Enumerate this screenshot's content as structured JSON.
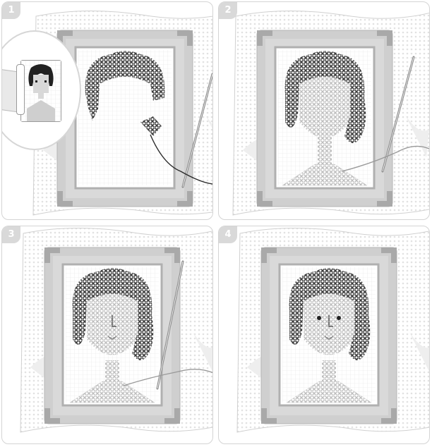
{
  "steps": [
    {
      "number": "1"
    },
    {
      "number": "2"
    },
    {
      "number": "3"
    },
    {
      "number": "4"
    }
  ],
  "colors": {
    "badge": "#d9d9d9",
    "frame": "#cfcfcf",
    "frame_corner": "#a9a9a9",
    "fabric": "#f0f0f0",
    "canvas": "#ffffff",
    "dark_stitch": "#3a3a3a",
    "light_stitch": "#c4c4c4",
    "needle": "#8a8a8a",
    "thread": "#2a2a2a"
  },
  "icons": [
    "needle-icon",
    "thread-icon",
    "embroidery-hoop-icon",
    "pattern-card-icon"
  ]
}
